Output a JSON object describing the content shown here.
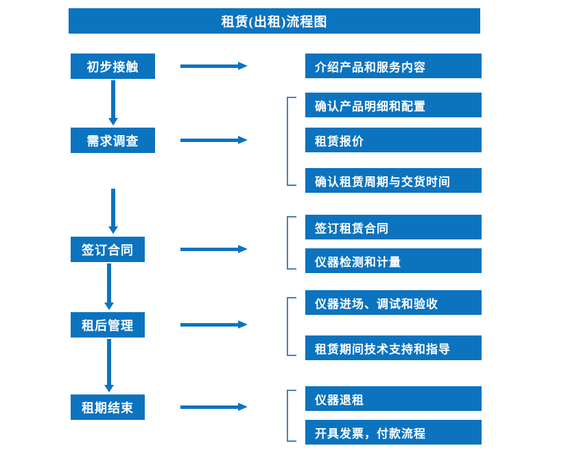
{
  "diagram": {
    "title": "租赁(出租)流程图",
    "accent_color": "#0C73BF",
    "bracket_color": "#4A7FB5",
    "text_color": "#FFFFFF",
    "background_color": "#FFFFFF"
  },
  "stages": [
    {
      "label": "初步接触"
    },
    {
      "label": "需求调查"
    },
    {
      "label": "签订合同"
    },
    {
      "label": "租后管理"
    },
    {
      "label": "租期结束"
    }
  ],
  "details": [
    {
      "label": "介绍产品和服务内容"
    },
    {
      "label": "确认产品明细和配置"
    },
    {
      "label": "租赁报价"
    },
    {
      "label": "确认租赁周期与交货时间"
    },
    {
      "label": "签订租赁合同"
    },
    {
      "label": "仪器检测和计量"
    },
    {
      "label": "仪器进场、调试和验收"
    },
    {
      "label": "租赁期间技术支持和指导"
    },
    {
      "label": "仪器退租"
    },
    {
      "label": "开具发票，付款流程"
    }
  ],
  "chart_data": {
    "type": "flowchart",
    "title": "租赁(出租)流程图",
    "orientation": "vertical-stages-with-horizontal-details",
    "stages": [
      {
        "stage": "初步接触",
        "details": [
          "介绍产品和服务内容"
        ],
        "grouped": false
      },
      {
        "stage": "需求调查",
        "details": [
          "确认产品明细和配置",
          "租赁报价",
          "确认租赁周期与交货时间"
        ],
        "grouped": true
      },
      {
        "stage": "签订合同",
        "details": [
          "签订租赁合同",
          "仪器检测和计量"
        ],
        "grouped": true
      },
      {
        "stage": "租后管理",
        "details": [
          "仪器进场、调试和验收",
          "租赁期间技术支持和指导"
        ],
        "grouped": true
      },
      {
        "stage": "租期结束",
        "details": [
          "仪器退租",
          "开具发票，付款流程"
        ],
        "grouped": true
      }
    ],
    "flow_sequence": [
      "初步接触",
      "需求调查",
      "签订合同",
      "租后管理",
      "租期结束"
    ]
  }
}
